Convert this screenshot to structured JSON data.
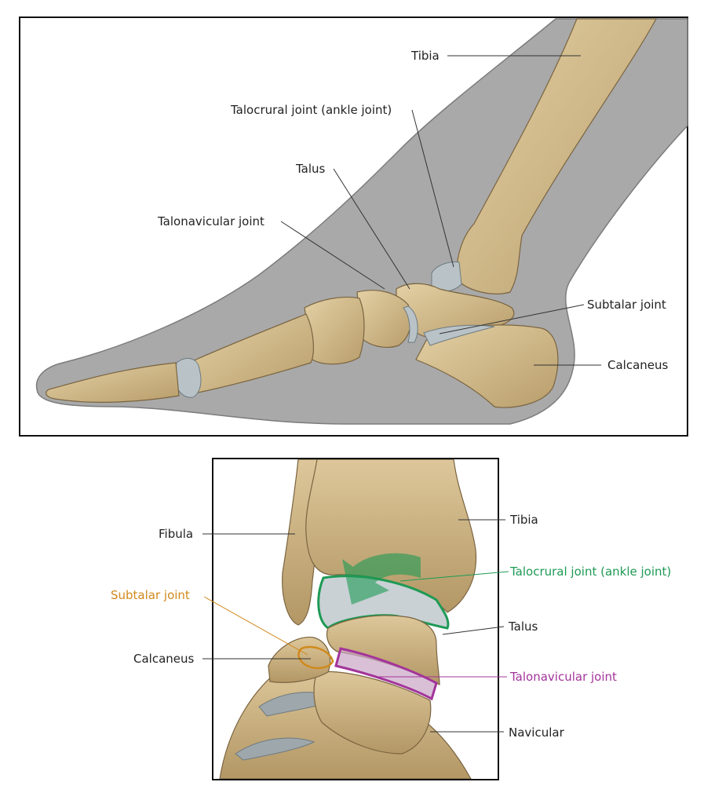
{
  "top_panel": {
    "labels": {
      "tibia": "Tibia",
      "talocrural": "Talocrural joint (ankle joint)",
      "talus": "Talus",
      "talonavicular": "Talonavicular joint",
      "subtalar": "Subtalar joint",
      "calcaneus": "Calcaneus"
    }
  },
  "bottom_panel": {
    "labels": {
      "fibula": "Fibula",
      "tibia": "Tibia",
      "subtalar": "Subtalar joint",
      "talocrural": "Talocrural joint (ankle joint)",
      "talus": "Talus",
      "calcaneus": "Calcaneus",
      "talonavicular": "Talonavicular joint",
      "navicular": "Navicular"
    }
  },
  "colors": {
    "background_gray": "#a9a9a9",
    "bone": "#d6c092",
    "cartilage": "#b9c3c7",
    "talocrural_highlight": "#1e9a55",
    "subtalar_highlight": "#d1891c",
    "talonavicular_highlight": "#a3349a",
    "text": "#222222"
  }
}
